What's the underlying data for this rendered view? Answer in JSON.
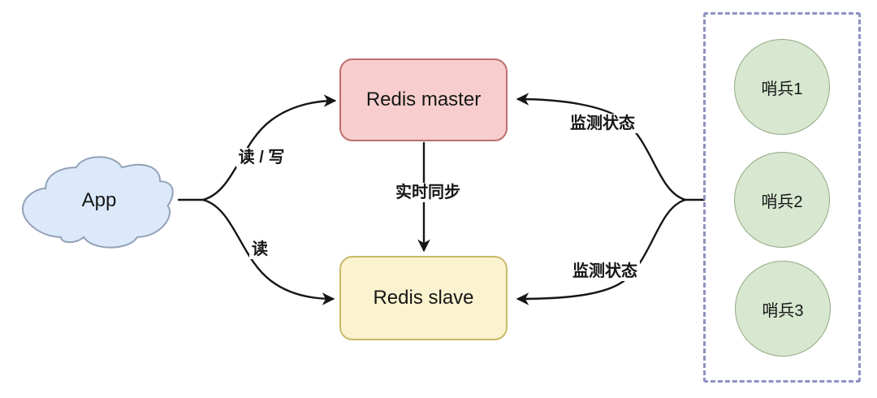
{
  "diagram": {
    "app": {
      "label": "App"
    },
    "nodes": {
      "master": {
        "label": "Redis master"
      },
      "slave": {
        "label": "Redis slave"
      }
    },
    "edges": {
      "app_master": {
        "label": "读 / 写"
      },
      "app_slave": {
        "label": "读"
      },
      "master_slave": {
        "label": "实时同步"
      },
      "sentinel_master": {
        "label": "监测状态"
      },
      "sentinel_slave": {
        "label": "监测状态"
      }
    },
    "sentinels": [
      {
        "label": "哨兵1"
      },
      {
        "label": "哨兵2"
      },
      {
        "label": "哨兵3"
      }
    ],
    "colors": {
      "line": "#161616",
      "text": "#161616",
      "master-fill": "#f7cecd",
      "master-stroke": "#bd6f6e",
      "slave-fill": "#fbf2cf",
      "slave-stroke": "#c7ba69",
      "cloud-fill": "#dbe9fb",
      "cloud-stroke": "#93a1b7",
      "sentinel-fill": "#d7e7d0",
      "sentinel-stroke": "#93aa84",
      "boundary": "#8f92c2",
      "bg": "#ffffff"
    }
  }
}
